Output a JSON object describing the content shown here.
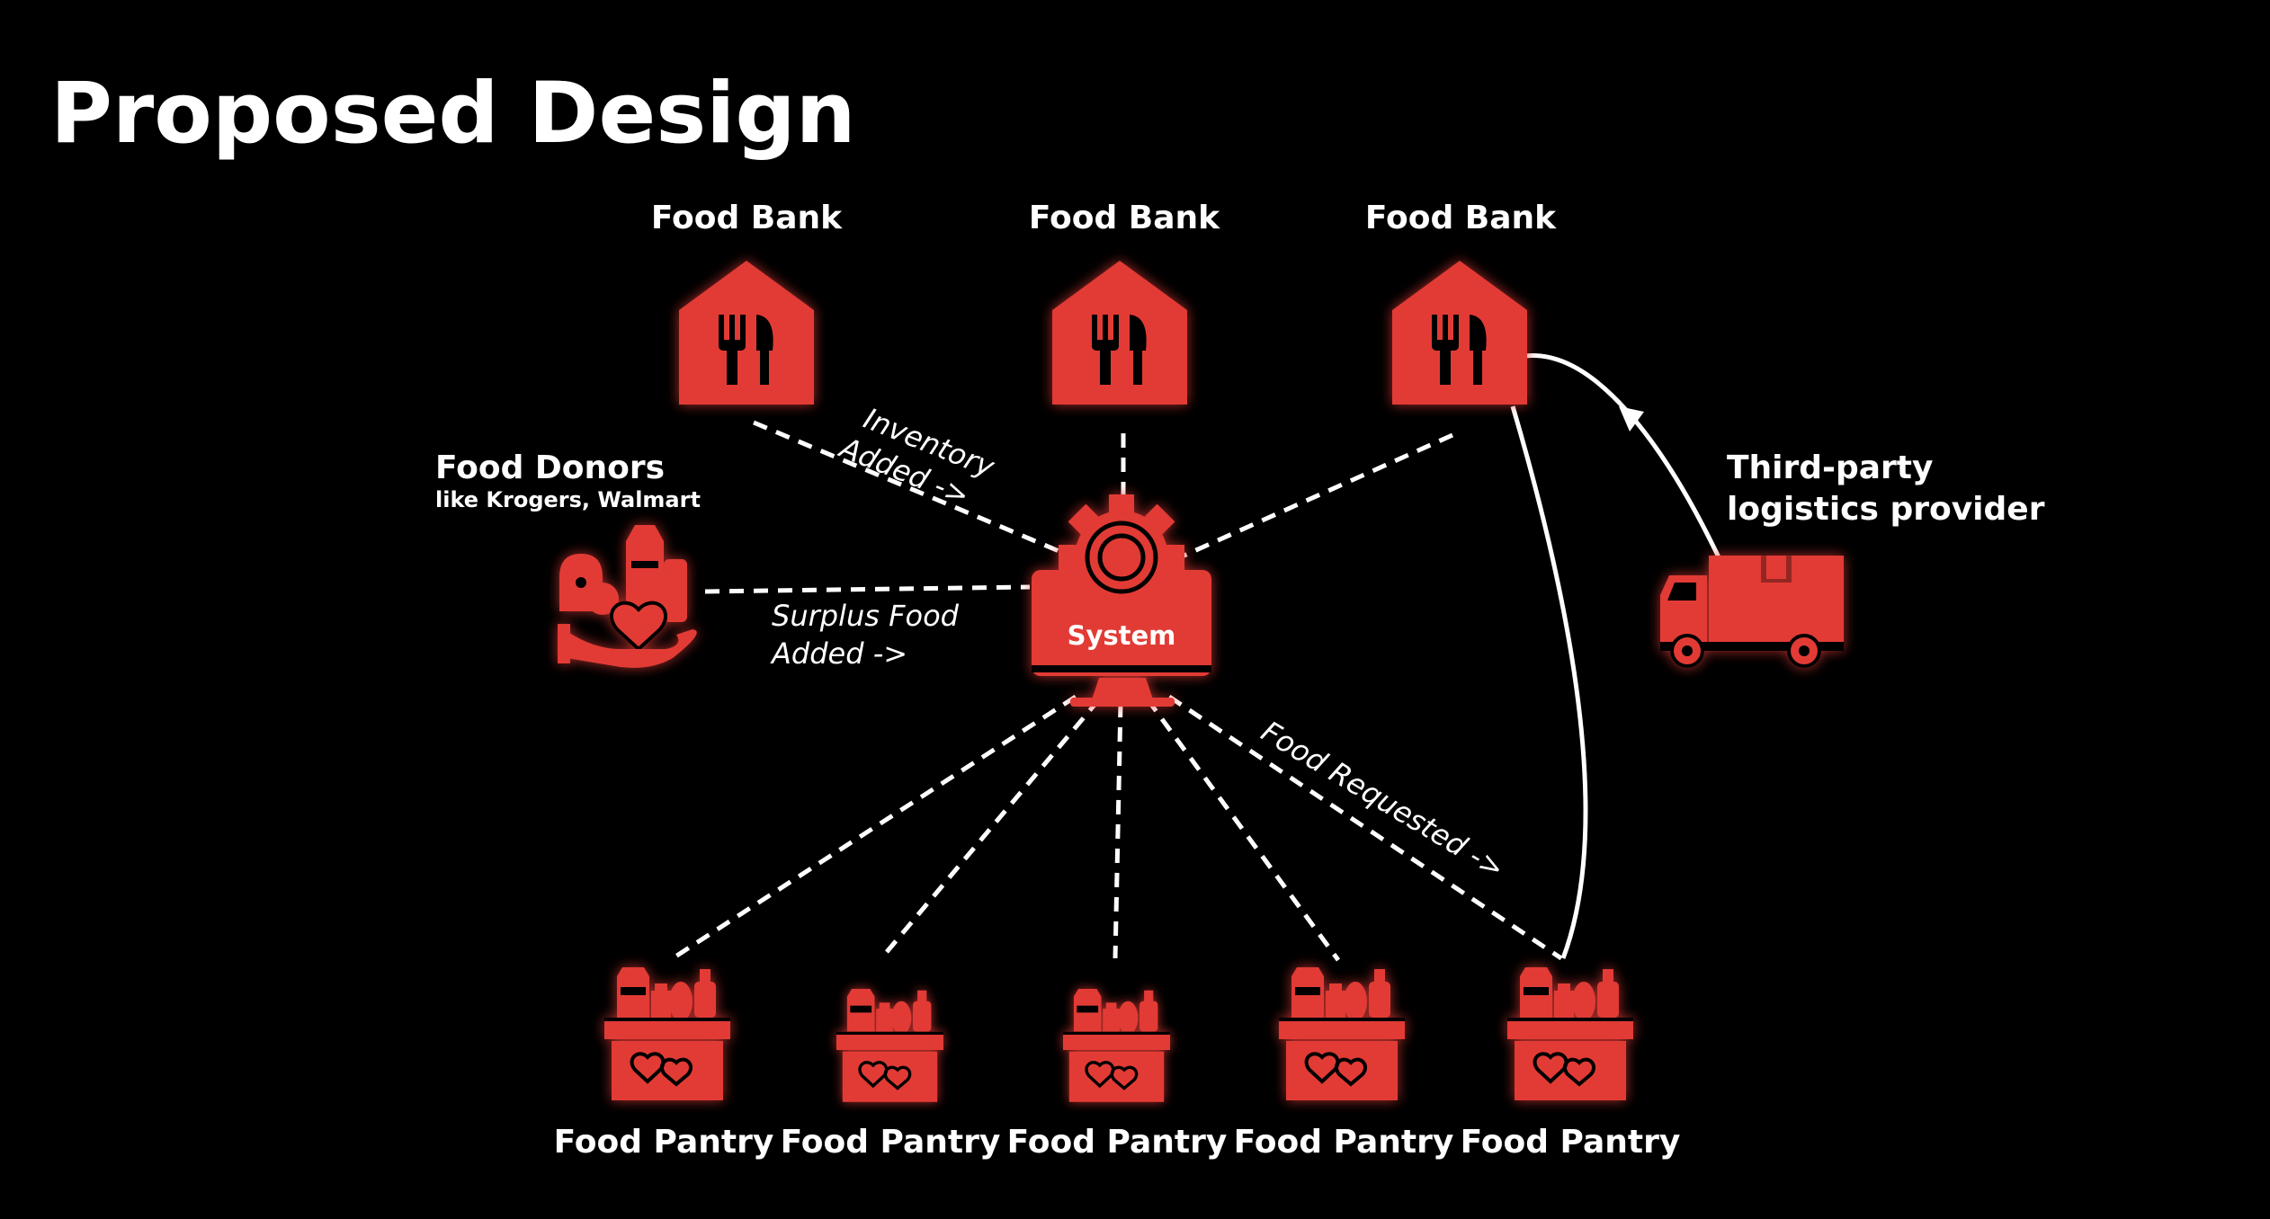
{
  "slide": {
    "title": "Proposed Design"
  },
  "diagram": {
    "food_banks": [
      {
        "label": "Food Bank"
      },
      {
        "label": "Food Bank"
      },
      {
        "label": "Food Bank"
      }
    ],
    "donors": {
      "label": "Food Donors",
      "sublabel": "like Krogers, Walmart"
    },
    "system": {
      "label": "System"
    },
    "logistics": {
      "label_line1": "Third-party",
      "label_line2": "logistics provider"
    },
    "pantries": [
      {
        "label": "Food Pantry"
      },
      {
        "label": "Food Pantry"
      },
      {
        "label": "Food Pantry"
      },
      {
        "label": "Food Pantry"
      },
      {
        "label": "Food Pantry"
      }
    ],
    "edge_labels": {
      "inventory_line1": "Inventory",
      "inventory_line2": "Added ->",
      "surplus_line1": "Surplus Food",
      "surplus_line2": "Added ->",
      "requested": "Food Requested ->"
    },
    "icons": {
      "food_bank": "food-bank-house-icon",
      "donor": "donation-hand-icon",
      "system": "system-monitor-gear-icon",
      "truck": "delivery-truck-icon",
      "pantry": "food-box-icon"
    },
    "colors": {
      "background": "#000000",
      "accent": "#e23a36",
      "text": "#ffffff"
    }
  }
}
